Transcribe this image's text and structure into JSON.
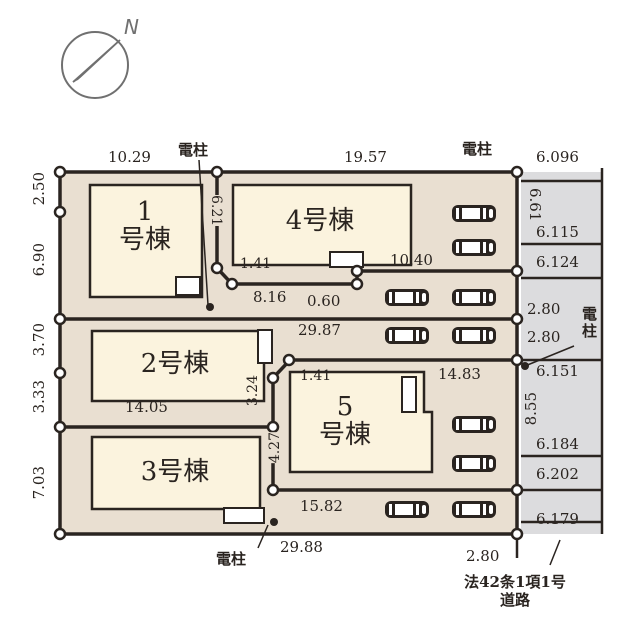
{
  "compass": {
    "north_label": "N",
    "icon": "compass-north-icon"
  },
  "colors": {
    "lot_fill": "#e9dfd1",
    "building_fill": "#fbf3de",
    "road_fill": "#dcdcde",
    "boundary_line": "#2a2420"
  },
  "buildings": [
    {
      "id": "1",
      "label_line1": "1",
      "label_line2": "号棟"
    },
    {
      "id": "2",
      "label": "2号棟"
    },
    {
      "id": "3",
      "label": "3号棟"
    },
    {
      "id": "4",
      "label": "4号棟"
    },
    {
      "id": "5",
      "label_line1": "5",
      "label_line2": "号棟"
    }
  ],
  "utility_pole_label": "電柱",
  "utility_pole_split": {
    "top": "電",
    "bottom": "柱"
  },
  "dimensions": {
    "top_left": "10.29",
    "top_right": "19.57",
    "left_1": "2.50",
    "left_2": "6.90",
    "left_3": "3.70",
    "left_4": "3.33",
    "left_5": "7.03",
    "lot4_left": "6.21",
    "lot4_jog": "1.41",
    "lot4_bottom": "8.16",
    "lot4_step": "0.60",
    "lot4_right": "10.40",
    "mid_line": "29.87",
    "lot2_bottom": "14.05",
    "lot2_right": "3.24",
    "lot5_jog": "1.41",
    "lot5_top": "14.83",
    "lot3_right": "4.27",
    "lot3_top": "15.82",
    "bottom_line": "29.88",
    "east_1": "6.61",
    "east_2": "2.80",
    "east_3": "2.80",
    "east_4": "8.55",
    "east_5": "2.80"
  },
  "road_widths": [
    "6.096",
    "6.115",
    "6.124",
    "6.151",
    "6.184",
    "6.202",
    "6.179"
  ],
  "road_label": {
    "line1": "法42条1項1号",
    "line2": "道路"
  }
}
